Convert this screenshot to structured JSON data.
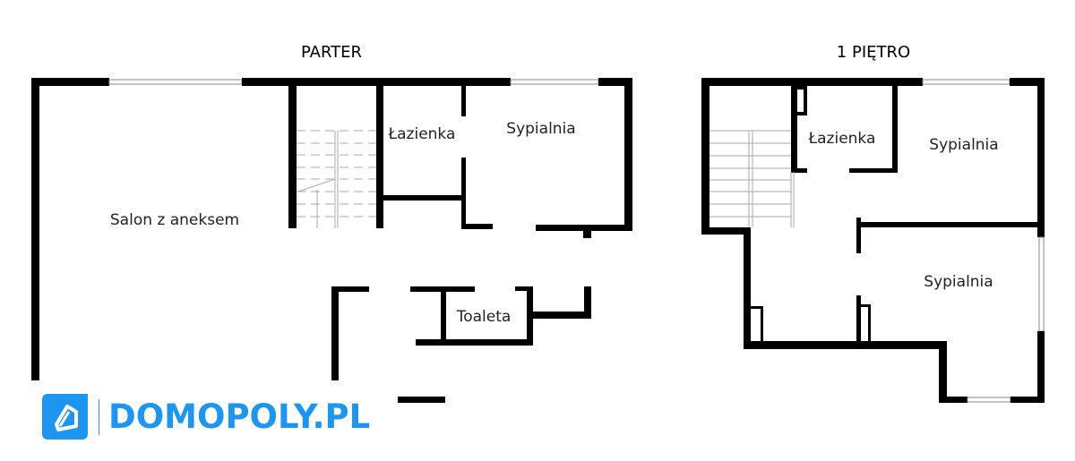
{
  "plans": {
    "ground": {
      "title": "PARTER",
      "rooms": [
        "Salon z aneksem",
        "Łazienka",
        "Sypialnia",
        "Toaleta"
      ]
    },
    "first": {
      "title": "1 PIĘTRO",
      "rooms": [
        "Łazienka",
        "Sypialnia",
        "Sypialnia"
      ]
    }
  },
  "logo": {
    "text": "DOMOPOLY.PL",
    "color": "#1e96f0"
  }
}
